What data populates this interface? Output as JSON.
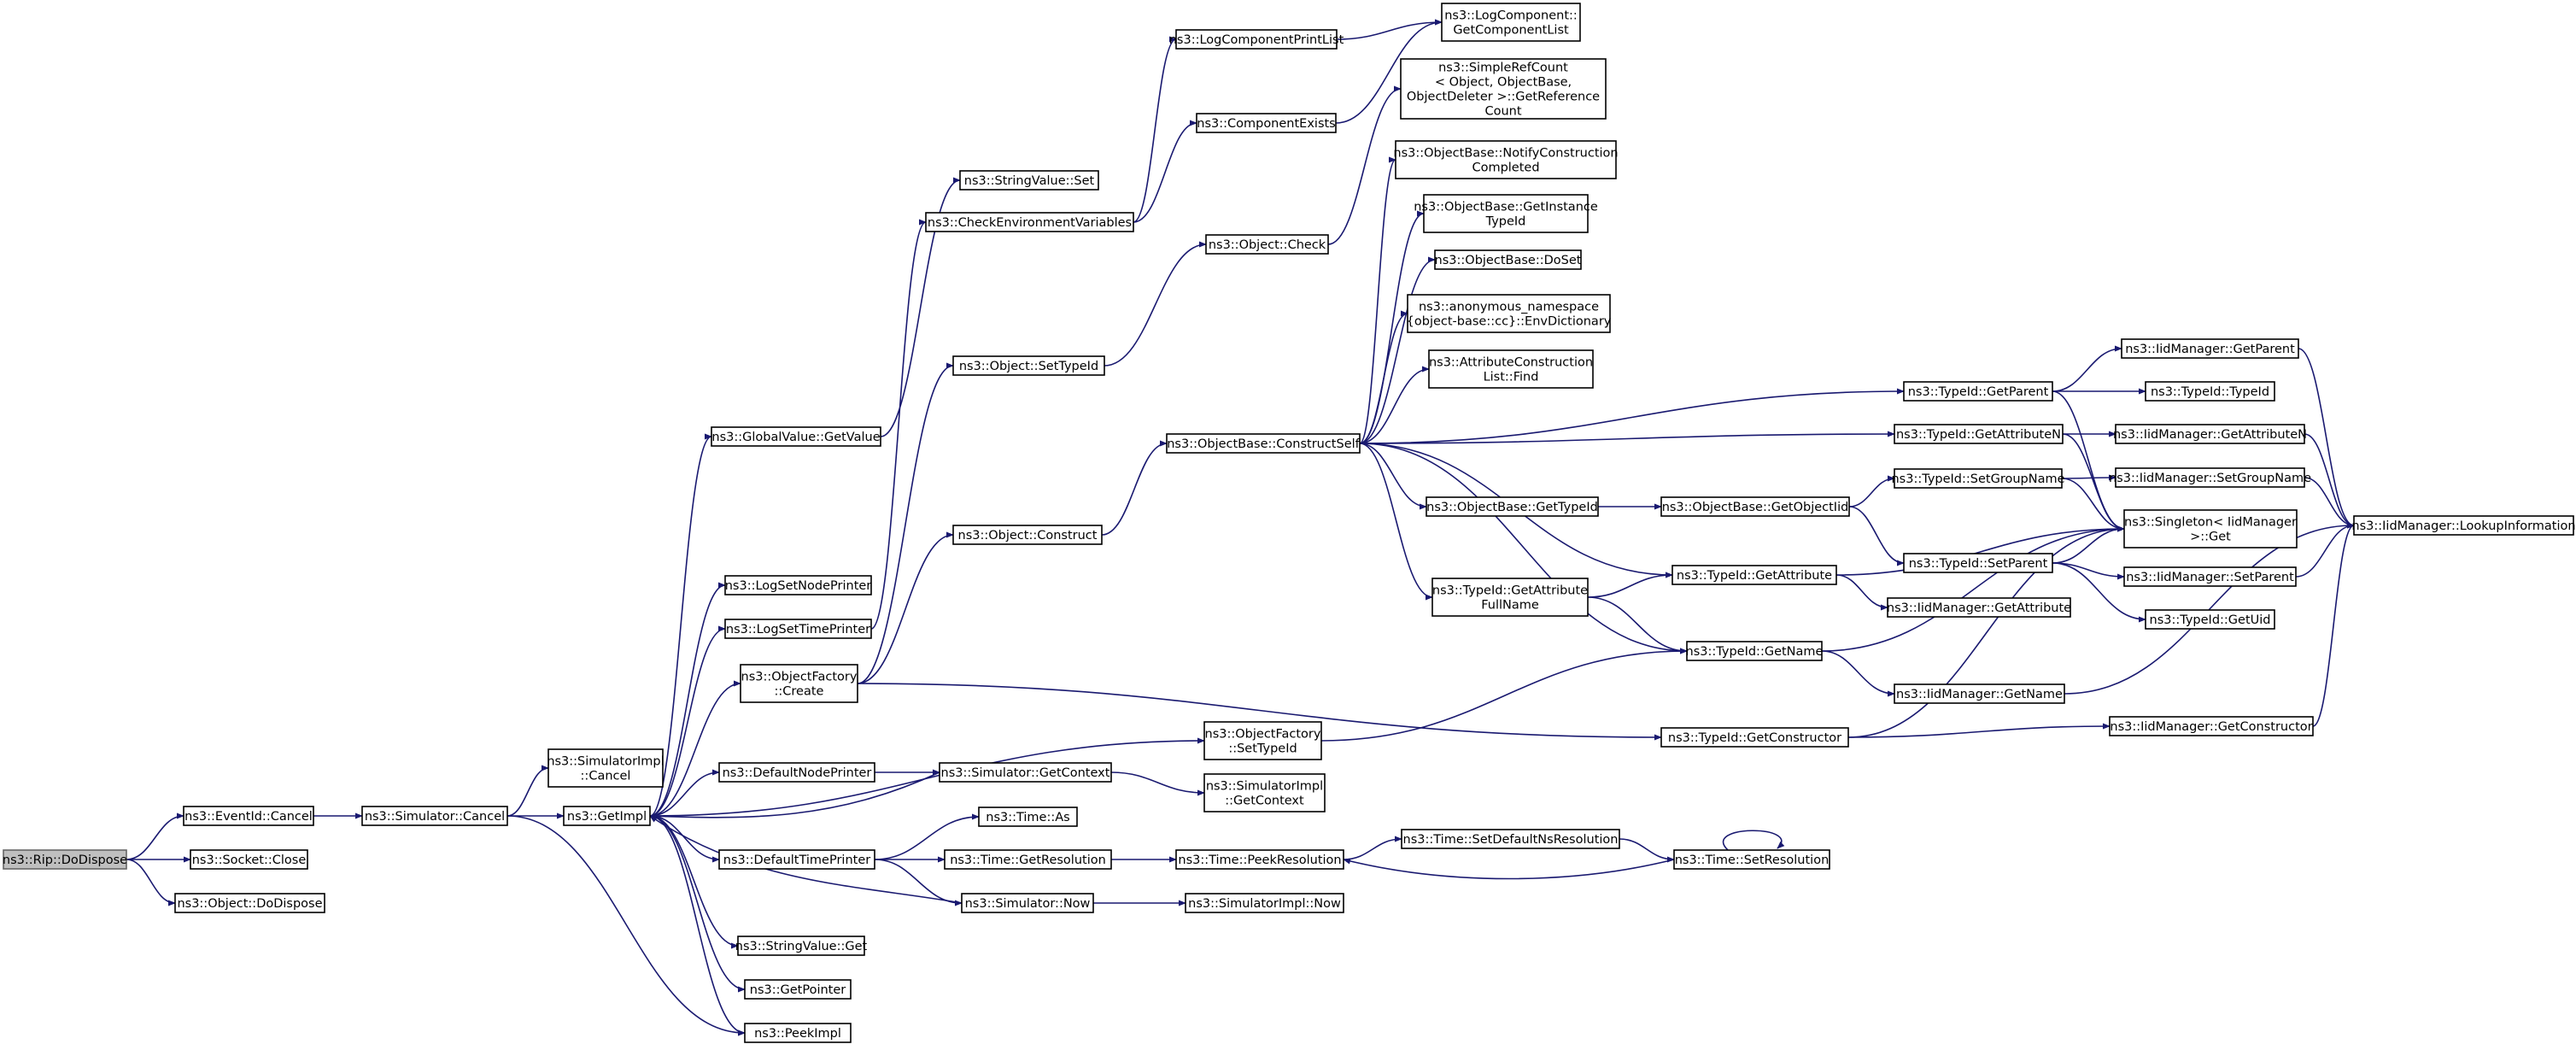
{
  "graph": {
    "edge_color": "#191970",
    "root_fill": "#bfbfbf",
    "nodes": [
      {
        "id": "root",
        "lines": [
          "ns3::Rip::DoDispose"
        ]
      },
      {
        "id": "eventid_cancel",
        "lines": [
          "ns3::EventId::Cancel"
        ]
      },
      {
        "id": "socket_close",
        "lines": [
          "ns3::Socket::Close"
        ]
      },
      {
        "id": "object_dodispose",
        "lines": [
          "ns3::Object::DoDispose"
        ]
      },
      {
        "id": "simulator_cancel",
        "lines": [
          "ns3::Simulator::Cancel"
        ]
      },
      {
        "id": "simimpl_cancel",
        "lines": [
          "ns3::SimulatorImpl",
          "::Cancel"
        ]
      },
      {
        "id": "getimpl",
        "lines": [
          "ns3::GetImpl"
        ]
      },
      {
        "id": "peekimpl",
        "lines": [
          "ns3::PeekImpl"
        ]
      },
      {
        "id": "globalvalue_getvalue",
        "lines": [
          "ns3::GlobalValue::GetValue"
        ]
      },
      {
        "id": "logsetnodeprinter",
        "lines": [
          "ns3::LogSetNodePrinter"
        ]
      },
      {
        "id": "logsettimeprinter",
        "lines": [
          "ns3::LogSetTimePrinter"
        ]
      },
      {
        "id": "objectfactory_create",
        "lines": [
          "ns3::ObjectFactory",
          "::Create"
        ]
      },
      {
        "id": "defaultnodeprinter",
        "lines": [
          "ns3::DefaultNodePrinter"
        ]
      },
      {
        "id": "defaulttimeprinter",
        "lines": [
          "ns3::DefaultTimePrinter"
        ]
      },
      {
        "id": "stringvalue_get",
        "lines": [
          "ns3::StringValue::Get"
        ]
      },
      {
        "id": "getpointer",
        "lines": [
          "ns3::GetPointer"
        ]
      },
      {
        "id": "stringvalue_set",
        "lines": [
          "ns3::StringValue::Set"
        ]
      },
      {
        "id": "checkenv",
        "lines": [
          "ns3::CheckEnvironmentVariables"
        ]
      },
      {
        "id": "object_settypeid",
        "lines": [
          "ns3::Object::SetTypeId"
        ]
      },
      {
        "id": "object_construct",
        "lines": [
          "ns3::Object::Construct"
        ]
      },
      {
        "id": "objectfactory_settypeid",
        "lines": [
          "ns3::ObjectFactory",
          "::SetTypeId"
        ]
      },
      {
        "id": "sim_getcontext",
        "lines": [
          "ns3::Simulator::GetContext"
        ]
      },
      {
        "id": "time_as",
        "lines": [
          "ns3::Time::As"
        ]
      },
      {
        "id": "time_getresolution",
        "lines": [
          "ns3::Time::GetResolution"
        ]
      },
      {
        "id": "simulator_now",
        "lines": [
          "ns3::Simulator::Now"
        ]
      },
      {
        "id": "logcomponentprintlist",
        "lines": [
          "ns3::LogComponentPrintList"
        ]
      },
      {
        "id": "componentexists",
        "lines": [
          "ns3::ComponentExists"
        ]
      },
      {
        "id": "object_check",
        "lines": [
          "ns3::Object::Check"
        ]
      },
      {
        "id": "objectbase_constructself",
        "lines": [
          "ns3::ObjectBase::ConstructSelf"
        ]
      },
      {
        "id": "simimpl_getcontext",
        "lines": [
          "ns3::SimulatorImpl",
          "::GetContext"
        ]
      },
      {
        "id": "time_peekresolution",
        "lines": [
          "ns3::Time::PeekResolution"
        ]
      },
      {
        "id": "simimpl_now",
        "lines": [
          "ns3::SimulatorImpl::Now"
        ]
      },
      {
        "id": "logcomponent_getcomponentlist",
        "lines": [
          "ns3::LogComponent::",
          "GetComponentList"
        ]
      },
      {
        "id": "simplerefcount",
        "lines": [
          "ns3::SimpleRefCount",
          "< Object, ObjectBase,",
          "ObjectDeleter >::GetReference",
          "Count"
        ]
      },
      {
        "id": "objectbase_notifyconstruction",
        "lines": [
          "ns3::ObjectBase::NotifyConstruction",
          "Completed"
        ]
      },
      {
        "id": "objectbase_getinstancetypeid",
        "lines": [
          "ns3::ObjectBase::GetInstance",
          "TypeId"
        ]
      },
      {
        "id": "objectbase_doset",
        "lines": [
          "ns3::ObjectBase::DoSet"
        ]
      },
      {
        "id": "anon_envdictionary",
        "lines": [
          "ns3::anonymous_namespace",
          "{object-base::cc}::EnvDictionary"
        ]
      },
      {
        "id": "attrconstructionlist_find",
        "lines": [
          "ns3::AttributeConstruction",
          "List::Find"
        ]
      },
      {
        "id": "objectbase_gettypeid",
        "lines": [
          "ns3::ObjectBase::GetTypeId"
        ]
      },
      {
        "id": "typeid_getattributefullname",
        "lines": [
          "ns3::TypeId::GetAttribute",
          "FullName"
        ]
      },
      {
        "id": "time_setdefaultnsresolution",
        "lines": [
          "ns3::Time::SetDefaultNsResolution"
        ]
      },
      {
        "id": "objectbase_getobjectiid",
        "lines": [
          "ns3::ObjectBase::GetObjectIid"
        ]
      },
      {
        "id": "typeid_getattribute",
        "lines": [
          "ns3::TypeId::GetAttribute"
        ]
      },
      {
        "id": "typeid_getname",
        "lines": [
          "ns3::TypeId::GetName"
        ]
      },
      {
        "id": "typeid_getconstructor",
        "lines": [
          "ns3::TypeId::GetConstructor"
        ]
      },
      {
        "id": "time_setresolution",
        "lines": [
          "ns3::Time::SetResolution"
        ]
      },
      {
        "id": "typeid_getparent",
        "lines": [
          "ns3::TypeId::GetParent"
        ]
      },
      {
        "id": "typeid_getattributen",
        "lines": [
          "ns3::TypeId::GetAttributeN"
        ]
      },
      {
        "id": "typeid_setgroupname",
        "lines": [
          "ns3::TypeId::SetGroupName"
        ]
      },
      {
        "id": "typeid_setparent",
        "lines": [
          "ns3::TypeId::SetParent"
        ]
      },
      {
        "id": "iidmanager_getattribute",
        "lines": [
          "ns3::IidManager::GetAttribute"
        ]
      },
      {
        "id": "iidmanager_getname",
        "lines": [
          "ns3::IidManager::GetName"
        ]
      },
      {
        "id": "iidmanager_getconstructor",
        "lines": [
          "ns3::IidManager::GetConstructor"
        ]
      },
      {
        "id": "singleton_get",
        "lines": [
          "ns3::Singleton< IidManager",
          ">::Get"
        ]
      },
      {
        "id": "iidmanager_getparent",
        "lines": [
          "ns3::IidManager::GetParent"
        ]
      },
      {
        "id": "typeid_typeid",
        "lines": [
          "ns3::TypeId::TypeId"
        ]
      },
      {
        "id": "iidmanager_getattributen",
        "lines": [
          "ns3::IidManager::GetAttributeN"
        ]
      },
      {
        "id": "iidmanager_setgroupname",
        "lines": [
          "ns3::IidManager::SetGroupName"
        ]
      },
      {
        "id": "iidmanager_setparent",
        "lines": [
          "ns3::IidManager::SetParent"
        ]
      },
      {
        "id": "typeid_getuid",
        "lines": [
          "ns3::TypeId::GetUid"
        ]
      },
      {
        "id": "iidmanager_lookupinformation",
        "lines": [
          "ns3::IidManager::LookupInformation"
        ]
      }
    ],
    "edges": [
      [
        "root",
        "eventid_cancel"
      ],
      [
        "root",
        "socket_close"
      ],
      [
        "root",
        "object_dodispose"
      ],
      [
        "eventid_cancel",
        "simulator_cancel"
      ],
      [
        "simulator_cancel",
        "simimpl_cancel"
      ],
      [
        "simulator_cancel",
        "getimpl"
      ],
      [
        "simulator_cancel",
        "peekimpl"
      ],
      [
        "getimpl",
        "globalvalue_getvalue"
      ],
      [
        "getimpl",
        "logsetnodeprinter"
      ],
      [
        "getimpl",
        "logsettimeprinter"
      ],
      [
        "getimpl",
        "objectfactory_create"
      ],
      [
        "getimpl",
        "objectfactory_settypeid"
      ],
      [
        "getimpl",
        "defaultnodeprinter"
      ],
      [
        "getimpl",
        "defaulttimeprinter"
      ],
      [
        "getimpl",
        "stringvalue_get"
      ],
      [
        "getimpl",
        "getpointer"
      ],
      [
        "getimpl",
        "peekimpl"
      ],
      [
        "globalvalue_getvalue",
        "stringvalue_set"
      ],
      [
        "logsettimeprinter",
        "checkenv"
      ],
      [
        "objectfactory_create",
        "object_settypeid"
      ],
      [
        "objectfactory_create",
        "object_construct"
      ],
      [
        "objectfactory_create",
        "typeid_getconstructor"
      ],
      [
        "defaultnodeprinter",
        "sim_getcontext"
      ],
      [
        "sim_getcontext",
        "getimpl"
      ],
      [
        "sim_getcontext",
        "simimpl_getcontext"
      ],
      [
        "defaulttimeprinter",
        "time_as"
      ],
      [
        "defaulttimeprinter",
        "time_getresolution"
      ],
      [
        "defaulttimeprinter",
        "simulator_now"
      ],
      [
        "simulator_now",
        "getimpl"
      ],
      [
        "simulator_now",
        "simimpl_now"
      ],
      [
        "checkenv",
        "logcomponentprintlist"
      ],
      [
        "checkenv",
        "componentexists"
      ],
      [
        "logcomponentprintlist",
        "logcomponent_getcomponentlist"
      ],
      [
        "componentexists",
        "logcomponent_getcomponentlist"
      ],
      [
        "object_settypeid",
        "object_check"
      ],
      [
        "object_check",
        "simplerefcount"
      ],
      [
        "object_construct",
        "objectbase_constructself"
      ],
      [
        "objectbase_constructself",
        "objectbase_notifyconstruction"
      ],
      [
        "objectbase_constructself",
        "objectbase_getinstancetypeid"
      ],
      [
        "objectbase_constructself",
        "objectbase_doset"
      ],
      [
        "objectbase_constructself",
        "anon_envdictionary"
      ],
      [
        "objectbase_constructself",
        "attrconstructionlist_find"
      ],
      [
        "objectbase_constructself",
        "typeid_getparent"
      ],
      [
        "objectbase_constructself",
        "typeid_getattributen"
      ],
      [
        "objectbase_constructself",
        "objectbase_gettypeid"
      ],
      [
        "objectbase_constructself",
        "typeid_getattribute"
      ],
      [
        "objectbase_constructself",
        "typeid_getattributefullname"
      ],
      [
        "objectbase_constructself",
        "typeid_getname"
      ],
      [
        "objectbase_gettypeid",
        "objectbase_getobjectiid"
      ],
      [
        "objectbase_getobjectiid",
        "typeid_setgroupname"
      ],
      [
        "objectbase_getobjectiid",
        "typeid_setparent"
      ],
      [
        "typeid_getattributefullname",
        "typeid_getattribute"
      ],
      [
        "typeid_getattributefullname",
        "typeid_getname"
      ],
      [
        "objectfactory_settypeid",
        "typeid_getname"
      ],
      [
        "typeid_getattribute",
        "iidmanager_getattribute"
      ],
      [
        "typeid_getattribute",
        "singleton_get"
      ],
      [
        "typeid_getname",
        "iidmanager_getname"
      ],
      [
        "typeid_getname",
        "singleton_get"
      ],
      [
        "typeid_getconstructor",
        "iidmanager_getconstructor"
      ],
      [
        "typeid_getconstructor",
        "singleton_get"
      ],
      [
        "typeid_getparent",
        "iidmanager_getparent"
      ],
      [
        "typeid_getparent",
        "typeid_typeid"
      ],
      [
        "typeid_getparent",
        "singleton_get"
      ],
      [
        "typeid_getattributen",
        "iidmanager_getattributen"
      ],
      [
        "typeid_getattributen",
        "singleton_get"
      ],
      [
        "typeid_setgroupname",
        "iidmanager_setgroupname"
      ],
      [
        "typeid_setgroupname",
        "singleton_get"
      ],
      [
        "typeid_setparent",
        "iidmanager_setparent"
      ],
      [
        "typeid_setparent",
        "typeid_getuid"
      ],
      [
        "typeid_setparent",
        "singleton_get"
      ],
      [
        "iidmanager_getname",
        "iidmanager_lookupinformation"
      ],
      [
        "iidmanager_getconstructor",
        "iidmanager_lookupinformation"
      ],
      [
        "iidmanager_getparent",
        "iidmanager_lookupinformation"
      ],
      [
        "iidmanager_getattributen",
        "iidmanager_lookupinformation"
      ],
      [
        "iidmanager_setgroupname",
        "iidmanager_lookupinformation"
      ],
      [
        "iidmanager_setparent",
        "iidmanager_lookupinformation"
      ],
      [
        "time_getresolution",
        "time_peekresolution"
      ],
      [
        "time_peekresolution",
        "time_setdefaultnsresolution"
      ],
      [
        "time_setdefaultnsresolution",
        "time_setresolution"
      ],
      [
        "time_setresolution",
        "time_peekresolution"
      ],
      [
        "time_setresolution",
        "time_setresolution"
      ]
    ]
  }
}
